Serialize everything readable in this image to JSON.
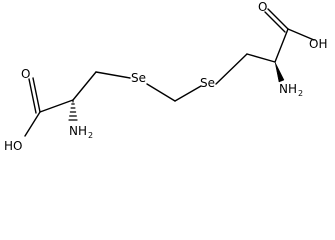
{
  "molecule": {
    "left_residue": {
      "carbonyl_o": "O",
      "hydroxyl": "HO",
      "amine_main": "NH",
      "amine_sub": "2"
    },
    "linker": {
      "left_selenium": "Se",
      "right_selenium": "Se"
    },
    "right_residue": {
      "carbonyl_o": "O",
      "hydroxyl": "OH",
      "amine_main": "NH",
      "amine_sub": "2"
    }
  }
}
